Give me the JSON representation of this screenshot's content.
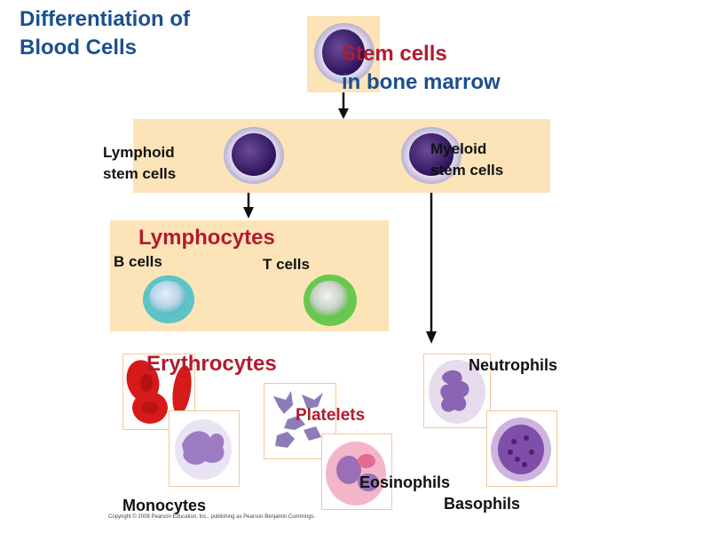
{
  "title": "Differentiation of\nBlood Cells",
  "stem": {
    "line1": "Stem cells",
    "line2": "in bone marrow"
  },
  "lymphoid": "Lymphoid\nstem cells",
  "myeloid": "Myeloid\nstem cells",
  "lymphocytes": {
    "heading": "Lymphocytes",
    "b_cells": "B cells",
    "t_cells": "T cells"
  },
  "erythrocytes": "Erythrocytes",
  "platelets": "Platelets",
  "monocytes": "Monocytes",
  "eosinophils": "Eosinophils",
  "neutrophils": "Neutrophils",
  "basophils": "Basophils",
  "copyright": "Copyright © 2008 Pearson Education, Inc., publishing as Pearson Benjamin Cummings.",
  "colors": {
    "panel": "#fce4b8",
    "red_label": "#b01c2e",
    "blue_label": "#1c4f8f",
    "nucleus": "#3b1d6b"
  }
}
